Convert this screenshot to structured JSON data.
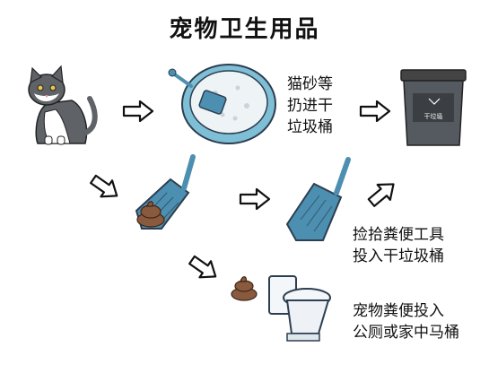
{
  "title": "宠物卫生用品",
  "steps": {
    "litter": {
      "lines": [
        "猫砂等",
        "扔进干",
        "垃圾桶"
      ]
    },
    "tool": {
      "lines": [
        "捡拾粪便工具",
        "投入干垃圾桶"
      ]
    },
    "toilet": {
      "lines": [
        "宠物粪便投入",
        "公厕或家中马桶"
      ]
    }
  },
  "bin": {
    "label": "干垃圾"
  },
  "icons": [
    "cat-icon",
    "litter-box-icon",
    "scoop-icon",
    "poop-icon",
    "toilet-icon",
    "trash-bin-icon",
    "arrow-icon"
  ],
  "colors": {
    "scoop": "#4d8fb0",
    "poop": "#8a5a3f",
    "bin": "#555a60",
    "litter": "#7fbfd6"
  }
}
